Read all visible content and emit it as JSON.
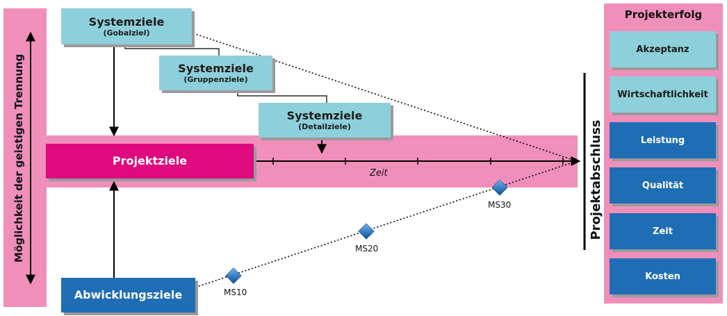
{
  "left_axis": {
    "label": "Möglichkeit der geistigen Trennung"
  },
  "system_goals": [
    {
      "title": "Systemziele",
      "subtitle": "(Gobalziel)"
    },
    {
      "title": "Systemziele",
      "subtitle": "(Gruppenziele)"
    },
    {
      "title": "Systemziele",
      "subtitle": "(Detailziele)"
    }
  ],
  "project_goals": {
    "label": "Projektziele"
  },
  "time_label": "Zeit",
  "processing_goals": {
    "label": "Abwicklungsziele"
  },
  "milestones": [
    "MS10",
    "MS20",
    "MS30"
  ],
  "project_end": {
    "label": "Projektabschluss"
  },
  "project_success": {
    "title": "Projekterfolg",
    "items": [
      "Akzeptanz",
      "Wirtschaftlichkeit",
      "Leistung",
      "Qualität",
      "Zeit",
      "Kosten"
    ]
  },
  "colors": {
    "pink": "#f08fba",
    "magenta": "#de0a7e",
    "light_blue": "#8dd0dc",
    "dark_blue": "#1e6db5"
  }
}
